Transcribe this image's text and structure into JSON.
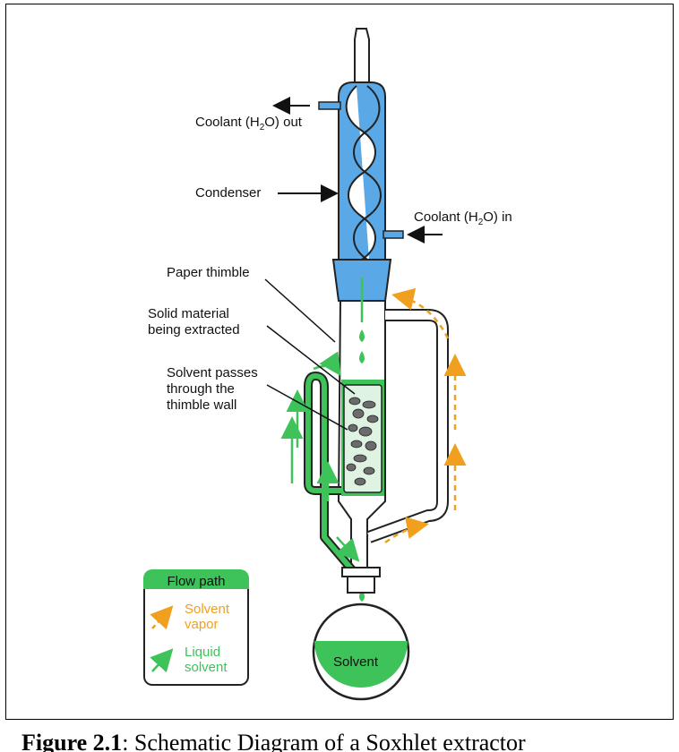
{
  "labels": {
    "coolant_out": "Coolant (H",
    "coolant_out_sub": "2",
    "coolant_out_tail": "O) out",
    "condenser": "Condenser",
    "coolant_in": "Coolant (H",
    "coolant_in_sub": "2",
    "coolant_in_tail": "O) in",
    "paper_thimble": "Paper thimble",
    "solid_material": "Solid material\nbeing extracted",
    "solvent_passes": "Solvent passes\nthrough the\nthimble wall",
    "flask_solvent": "Solvent"
  },
  "legend": {
    "title": "Flow path",
    "vapor": "Solvent\nvapor",
    "liquid": "Liquid\nsolvent"
  },
  "caption": {
    "bold": "Figure 2.1",
    "text": ": Schematic Diagram of a Soxhlet extractor"
  },
  "colors": {
    "condenser_blue": "#5aa8e6",
    "solvent_green": "#3ec35a",
    "vapor_orange": "#f0a01e"
  }
}
